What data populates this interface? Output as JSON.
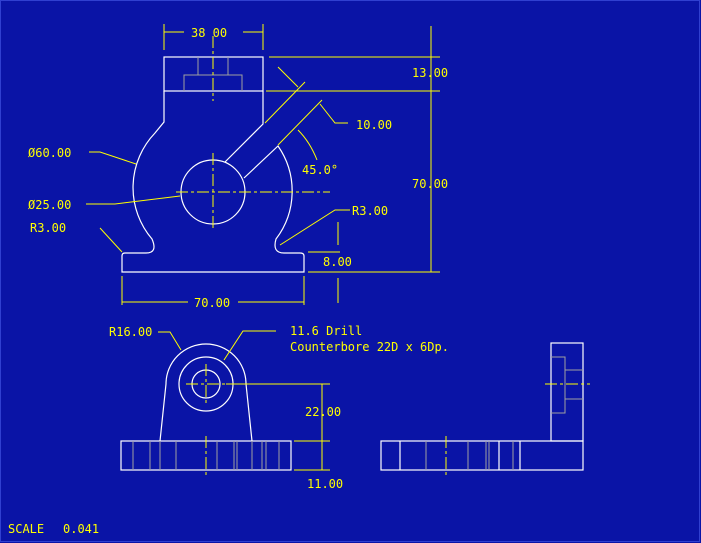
{
  "drawing": {
    "dimensions": {
      "top_width": "38 00",
      "top_height": "13.00",
      "arm_width": "10.00",
      "angle": "45.0°",
      "overall_height": "70.00",
      "outer_diameter": "Ø60.00",
      "hole_diameter": "Ø25.00",
      "fillet_left": "R3.00",
      "fillet_right": "R3.00",
      "base_height": "8.00",
      "base_width": "70.00",
      "boss_radius": "R16.00",
      "hole_note_1": "11.6 Drill",
      "hole_note_2": "Counterbore 22D x 6Dp.",
      "center_height": "22.00",
      "base_thickness": "11.00"
    },
    "scale_label": "SCALE",
    "scale_value": "0.041",
    "colors": {
      "background": "#0a14a6",
      "geometry": "#ffffff",
      "annotation": "#ffff00",
      "hidden": "#a0a0a0"
    }
  }
}
